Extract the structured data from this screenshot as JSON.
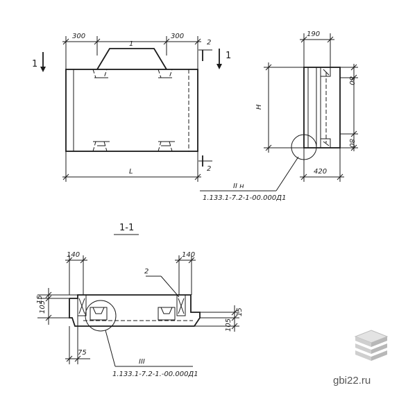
{
  "top_view": {
    "dim_left": "300",
    "dim_right": "300",
    "dim_center": "1",
    "section_mark_left": "1",
    "section_mark_right": "1",
    "section_mark_2_top": "2",
    "section_mark_2_bottom": "2",
    "length_label": "L"
  },
  "side_view": {
    "dim_top": "190",
    "dim_r_top": "80",
    "dim_r_bottom": "80",
    "height_label": "H",
    "dim_bottom": "420",
    "callout_mark": "II н",
    "callout_ref": "1.133.1-7.2-1-00.000Д1"
  },
  "section": {
    "title": "1-1",
    "dim_left_top": "140",
    "dim_right_top": "140",
    "mark_2": "2",
    "dim_15_left": "15",
    "dim_105_left": "105",
    "dim_105_right": "105",
    "dim_15_right": "15",
    "dim_75": "75",
    "callout_mark": "III",
    "callout_ref": "1.133.1-7.2-1.-00.000Д1"
  },
  "watermark": {
    "text": "gbi22.ru"
  }
}
